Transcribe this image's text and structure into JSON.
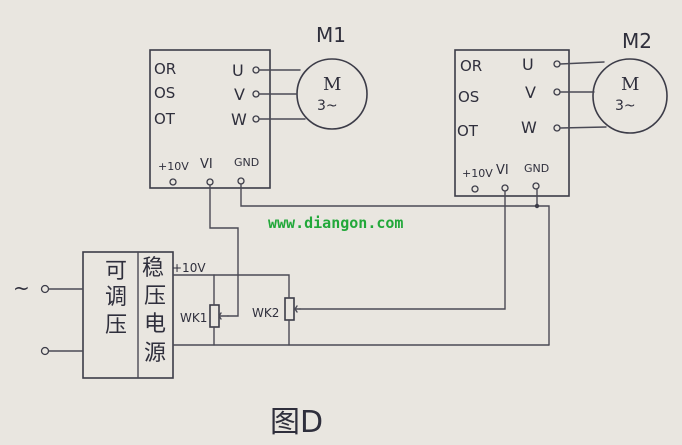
{
  "motor1": {
    "label": "M1",
    "symbol": "M",
    "phase": "3~"
  },
  "motor2": {
    "label": "M2",
    "symbol": "M",
    "phase": "3~"
  },
  "inverter1": {
    "inputs": [
      "OR",
      "OS",
      "OT"
    ],
    "outputs": [
      "U",
      "V",
      "W"
    ],
    "bottom_terminals": [
      "+10V",
      "VI",
      "GND"
    ]
  },
  "inverter2": {
    "inputs": [
      "OR",
      "OS",
      "OT"
    ],
    "outputs": [
      "U",
      "V",
      "W"
    ],
    "bottom_terminals": [
      "+10V",
      "VI",
      "GND"
    ]
  },
  "supply": {
    "variac_label": [
      "可",
      "调",
      "压"
    ],
    "regulator_label": [
      "稳",
      "压",
      "电",
      "源"
    ],
    "output_label": "+10V",
    "input_symbol": "~"
  },
  "potentiometers": [
    "WK1",
    "WK2"
  ],
  "watermark": "www.diangon.com",
  "figure_label": "图D",
  "colors": {
    "paper": "#e9e6e0",
    "ink": "#3c3c48",
    "watermark": "#22a83a"
  }
}
